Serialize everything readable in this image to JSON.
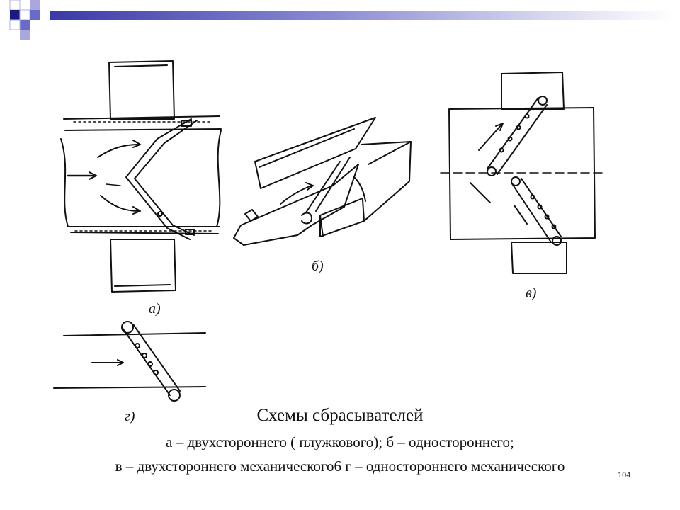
{
  "figure_labels": {
    "a": "а)",
    "b": "б)",
    "v": "в)",
    "g": "г)"
  },
  "caption": {
    "title": "Схемы сбрасывателей",
    "line1": "а – двухстороннего ( плужкового); б – одностороннего;",
    "line2": "в – двухстороннего механического6 г – одностороннего механического"
  },
  "slide_number": "104",
  "colors": {
    "accent_dark": "#1a1a80",
    "accent_mid": "#6a6ac8",
    "accent_light": "#a8a8dc",
    "ink": "#111111"
  }
}
